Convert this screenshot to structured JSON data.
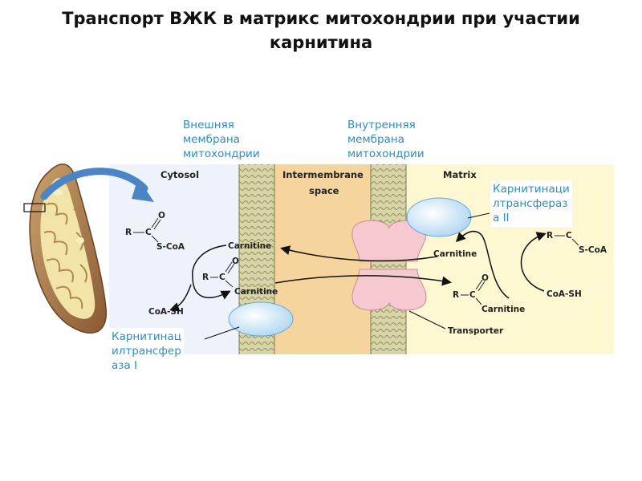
{
  "title": "Транспорт ВЖК в матрикс митохондрии при участии карнитина",
  "callouts": {
    "outer_membrane": "Внешняя\nмембрана\nмитохондрии",
    "inner_membrane": "Внутренняя\nмембрана\nмитохондрии",
    "cpt2": "Карнитинаци\nлтрансфераз\nа II",
    "cpt1": "Карнитинац\nилтрансфер\nаза I"
  },
  "zones": {
    "cytosol": "Cytosol",
    "intermembrane_1": "Intermembrane",
    "intermembrane_2": "space",
    "matrix": "Matrix"
  },
  "chem": {
    "R": "R",
    "C": "C",
    "O": "O",
    "S_CoA": "S-CoA",
    "CoA_SH": "CoA-SH",
    "carnitine": "Carnitine",
    "transporter": "Transporter"
  },
  "colors": {
    "callout_text": "#2a8fc2",
    "cytosol_bg": "#eef3fb",
    "intermembrane_bg": "#f6d49e",
    "matrix_bg": "#fdf8d2",
    "membrane": "#c9c79a",
    "enzyme": "#cfe6f7",
    "transporter": "#f5c9cf",
    "arrow": "#111111",
    "mito_arrow": "#4a86c6"
  },
  "icons": [
    "mitochondrion-icon",
    "curved-arrow-icon",
    "transporter-icon",
    "enzyme-icon"
  ]
}
